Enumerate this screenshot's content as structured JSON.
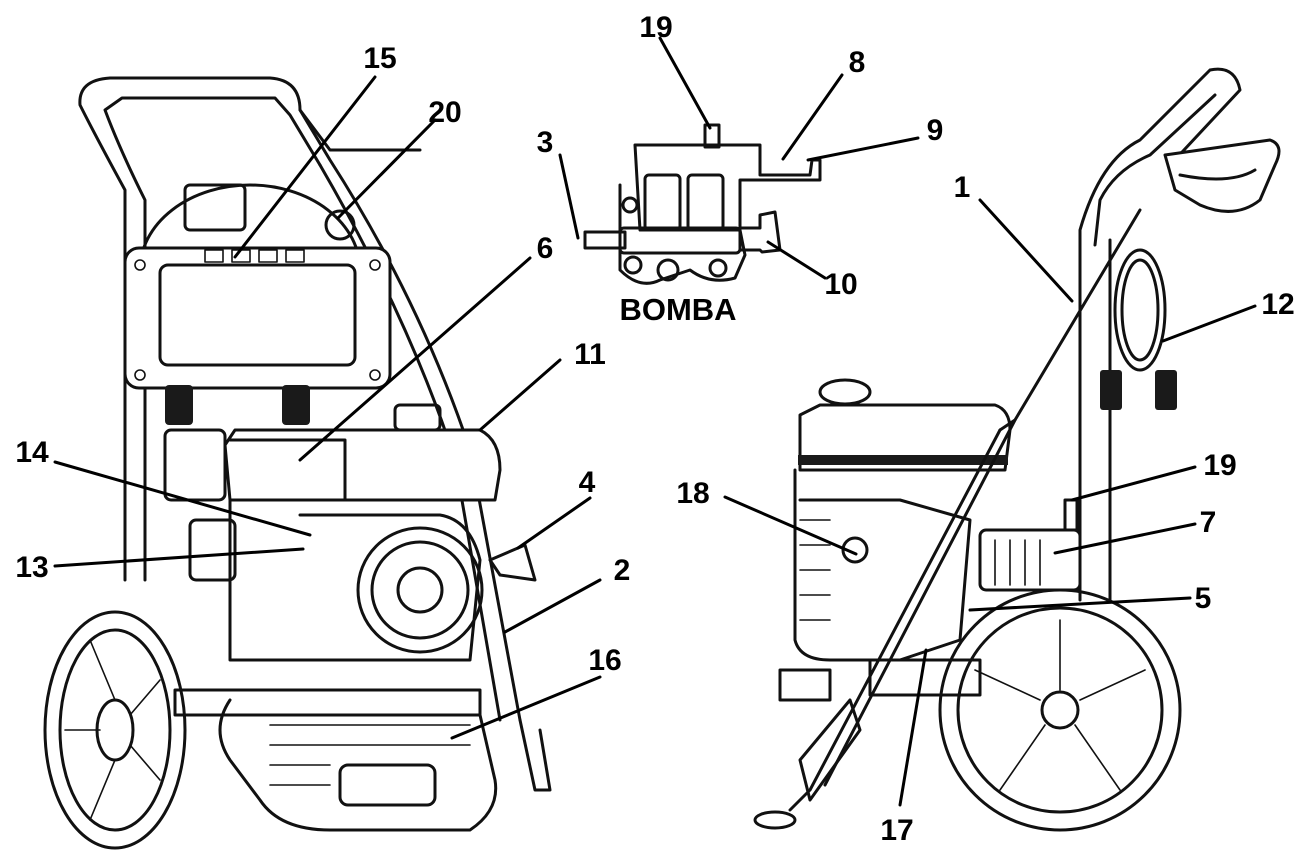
{
  "pump_caption": "BOMBA",
  "callouts": [
    {
      "label": "15"
    },
    {
      "label": "20"
    },
    {
      "label": "6"
    },
    {
      "label": "11"
    },
    {
      "label": "14"
    },
    {
      "label": "13"
    },
    {
      "label": "4"
    },
    {
      "label": "2"
    },
    {
      "label": "16"
    },
    {
      "label": "19"
    },
    {
      "label": "8"
    },
    {
      "label": "9"
    },
    {
      "label": "3"
    },
    {
      "label": "10"
    },
    {
      "label": "1"
    },
    {
      "label": "12"
    },
    {
      "label": "19"
    },
    {
      "label": "18"
    },
    {
      "label": "7"
    },
    {
      "label": "5"
    },
    {
      "label": "17"
    }
  ]
}
